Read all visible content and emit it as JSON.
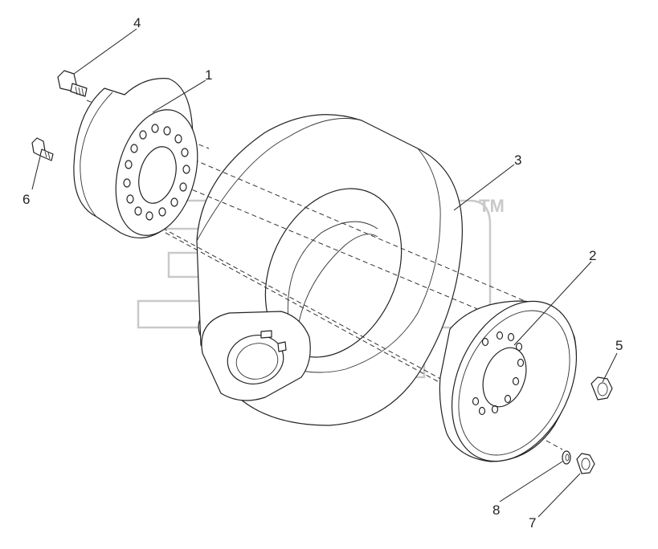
{
  "diagram": {
    "callouts": [
      {
        "id": "callout-1",
        "label": "1"
      },
      {
        "id": "callout-2",
        "label": "2"
      },
      {
        "id": "callout-3",
        "label": "3"
      },
      {
        "id": "callout-4",
        "label": "4"
      },
      {
        "id": "callout-5",
        "label": "5"
      },
      {
        "id": "callout-6",
        "label": "6"
      },
      {
        "id": "callout-7",
        "label": "7"
      },
      {
        "id": "callout-8",
        "label": "8"
      }
    ],
    "watermark": {
      "text": "элср",
      "tm": "TM"
    }
  }
}
